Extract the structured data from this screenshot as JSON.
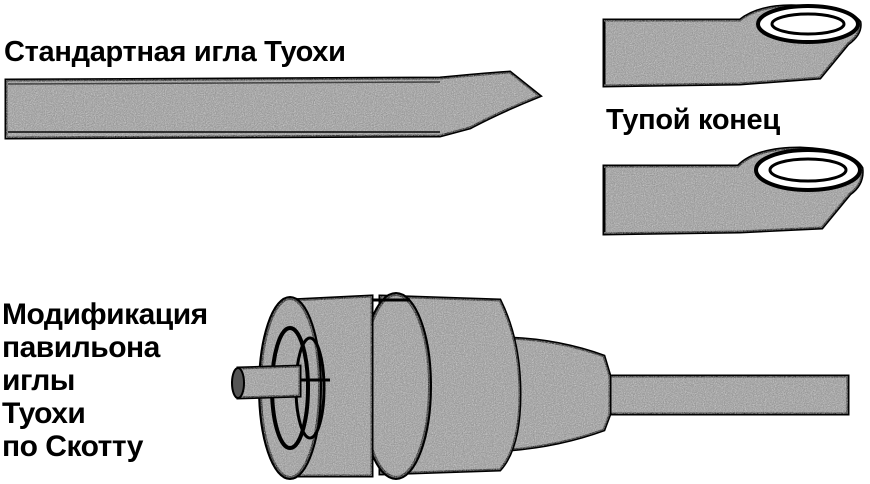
{
  "labels": {
    "standard_needle": "Стандартная игла Туохи",
    "blunt_end": "Тупой конец",
    "modification_lines": [
      "Модификация",
      "павильона",
      "иглы",
      "Туохи",
      "по Скотту"
    ]
  },
  "colors": {
    "ink": "#000000",
    "metal_fill": "#8a8a8a",
    "background": "#ffffff"
  }
}
